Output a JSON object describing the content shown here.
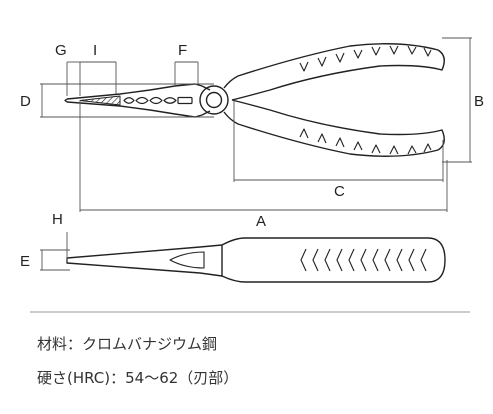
{
  "dimension_labels": {
    "G": "G",
    "I": "I",
    "F": "F",
    "D": "D",
    "B": "B",
    "C": "C",
    "A": "A",
    "H": "H",
    "E": "E"
  },
  "specs": {
    "material": "材料：クロムバナジウム鋼",
    "hardness": "硬さ(HRC)：54～62（刃部）"
  }
}
